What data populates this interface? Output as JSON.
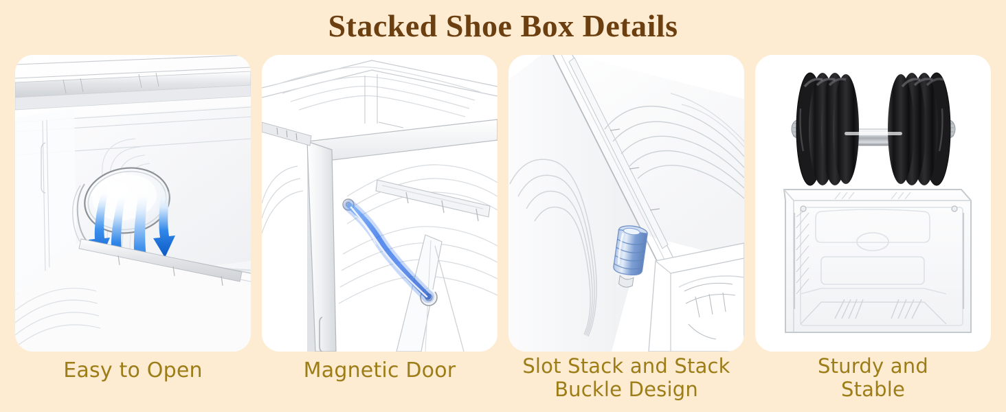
{
  "header": {
    "title": "Stacked Shoe Box Details"
  },
  "colors": {
    "background": "#fdebd2",
    "title_text": "#6b3f10",
    "caption_text": "#9c7d18",
    "panel_background": "#ffffff",
    "airflow_blue": "#1e7fe0",
    "airflow_blue_dark": "#0b5fcf",
    "magnet_glow_blue": "#2e6fe8",
    "buckle_blue": "#7a9bd0",
    "dumbbell_black": "#1a1a1a",
    "chrome_silver": "#c9ced4",
    "box_outline": "#c9cdd2"
  },
  "panels": [
    {
      "id": "panel-easy-to-open",
      "caption": "Easy to Open",
      "caption_lines": 1,
      "art": "shoe-box-interior-with-ventilation-hole-and-blue-airflow-arrows"
    },
    {
      "id": "panel-magnetic-door",
      "caption": "Magnetic Door",
      "caption_lines": 1,
      "art": "open-shoe-box-door-frame-with-blue-magnetic-glow-between-magnets"
    },
    {
      "id": "panel-slot-stack",
      "caption": "Slot Stack and Stack\nBuckle Design",
      "caption_lines": 2,
      "art": "shoe-box-top-surface-with-blue-stacking-buckle-peg"
    },
    {
      "id": "panel-sturdy-stable",
      "caption": "Sturdy and\nStable",
      "caption_lines": 2,
      "art": "black-dumbbell-resting-on-transparent-shoe-box"
    }
  ]
}
